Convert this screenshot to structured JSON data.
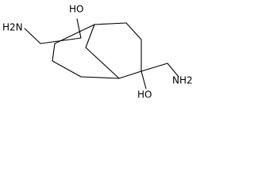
{
  "labels": {
    "oh_top": "HO",
    "oh_bottom": "HO",
    "nh2_left": "H2N",
    "nh2_right": "NH2"
  },
  "colors": {
    "line": "#000000",
    "background": "#ffffff"
  }
}
